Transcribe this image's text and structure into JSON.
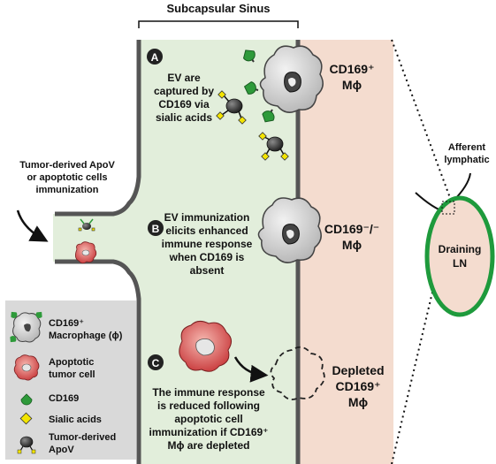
{
  "title": "Subcapsular Sinus",
  "left_label": [
    "Tumor-derived ApoV",
    "or apoptotic cells",
    "immunization"
  ],
  "panel_a": {
    "letter": "A",
    "text": [
      "EV are",
      "captured by",
      "CD169 via",
      "sialic acids"
    ],
    "cell_label": [
      "CD169⁺",
      "Mϕ"
    ]
  },
  "panel_b": {
    "letter": "B",
    "text": [
      "EV immunization",
      "elicits enhanced",
      "immune response",
      "when CD169 is",
      "absent"
    ],
    "cell_label": [
      "CD169⁻/⁻",
      "Mϕ"
    ]
  },
  "panel_c": {
    "letter": "C",
    "text": [
      "The immune response",
      "is reduced following",
      "apoptotic cell",
      "immunization if CD169⁺",
      "Mϕ are depleted"
    ],
    "cell_label": [
      "Depleted",
      "CD169⁺",
      "Mϕ"
    ]
  },
  "lymph_node": {
    "afferent": [
      "Afferent",
      "lymphatic"
    ],
    "label": [
      "Draining",
      "LN"
    ]
  },
  "legend": [
    {
      "icon": "macrophage-icon",
      "label": [
        "CD169⁺",
        "Macrophage (ϕ)"
      ]
    },
    {
      "icon": "apoptotic-cell-icon",
      "label": [
        "Apoptotic",
        "tumor cell"
      ]
    },
    {
      "icon": "cd169-receptor-icon",
      "label": [
        "CD169"
      ]
    },
    {
      "icon": "sialic-acid-icon",
      "label": [
        "Sialic acids"
      ]
    },
    {
      "icon": "apov-icon",
      "label": [
        "Tumor-derived",
        "ApoV"
      ]
    }
  ],
  "colors": {
    "sinus": "#e2eedb",
    "capsule": "#f4dccf",
    "receptor_green": "#2e9a3a",
    "sialic_yellow": "#f2e400",
    "apoptotic_red": "#d04a4a",
    "node_green": "#1e9a3c",
    "legend_bg": "#d9d9d9"
  }
}
